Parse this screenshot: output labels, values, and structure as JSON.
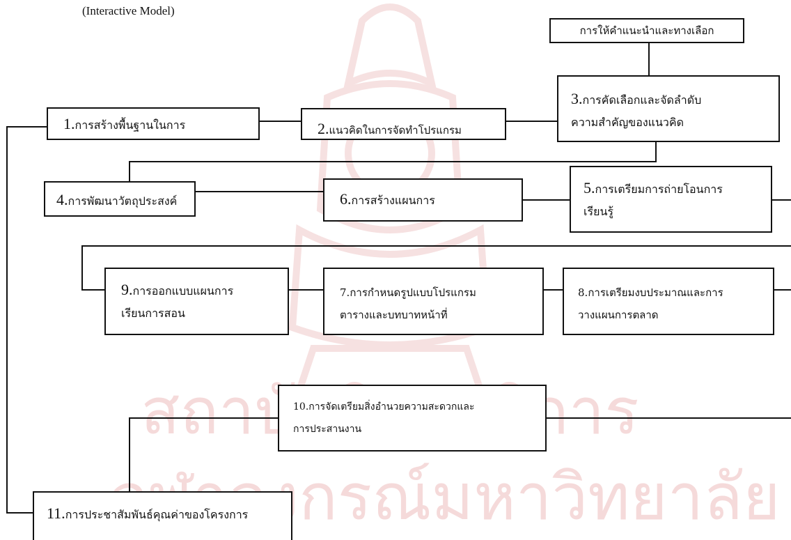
{
  "caption": "(Interactive Model)",
  "watermark": {
    "line1": "สถาบันวิทยบริการ",
    "line2": "จุฬาลงกรณ์มหาวิทยาลัย",
    "color": "#f3d3d3"
  },
  "top_note": "การให้คำแนะนำและทางเลือก",
  "boxes": {
    "b1": {
      "num": "1.",
      "lines": [
        "การสร้างพื้นฐานในการ"
      ]
    },
    "b2": {
      "num": "2.",
      "lines": [
        "แนวคิดในการจัดทำโปรแกรม"
      ]
    },
    "b3": {
      "num": "3.",
      "lines": [
        "การคัดเลือกและจัดลำดับ",
        "ความสำคัญของแนวคิด"
      ]
    },
    "b4": {
      "num": "4.",
      "lines": [
        "การพัฒนาวัตถุประสงค์"
      ]
    },
    "b5": {
      "num": "5.",
      "lines": [
        "การเตรียมการถ่ายโอนการ",
        "เรียนรู้"
      ]
    },
    "b6": {
      "num": "6.",
      "lines": [
        "การสร้างแผนการ"
      ]
    },
    "b7": {
      "num": "7.",
      "lines": [
        "การกำหนดรูปแบบโปรแกรม",
        "ตารางและบทบาทหน้าที่"
      ]
    },
    "b8": {
      "num": "8.",
      "lines": [
        "การเตรียมงบประมาณและการ",
        "วางแผนการตลาด"
      ]
    },
    "b9": {
      "num": "9.",
      "lines": [
        "การออกแบบแผนการ",
        "เรียนการสอน"
      ]
    },
    "b10": {
      "num": "10.",
      "lines": [
        "การจัดเตรียมสิ่งอำนวยความสะดวกและ",
        "การประสานงาน"
      ]
    },
    "b11": {
      "num": "11.",
      "lines": [
        "การประชาสัมพันธ์คุณค่าของโครงการ"
      ]
    }
  }
}
